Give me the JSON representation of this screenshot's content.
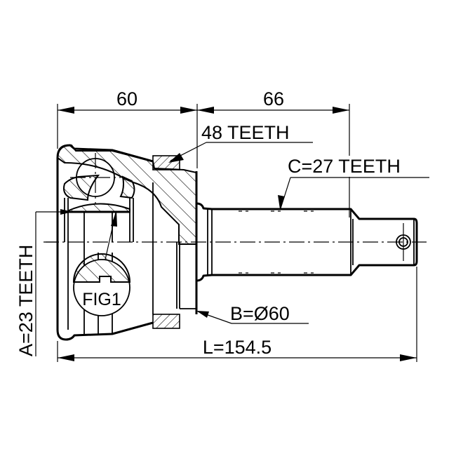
{
  "drawing": {
    "title": "CV joint outer technical drawing",
    "dimensions": {
      "housing_length": "60",
      "shaft_length": "66",
      "overall_length": "L=154.5"
    },
    "callouts": {
      "abs_ring_teeth": "48 TEETH",
      "shaft_spline": "C=27 TEETH",
      "inner_spline": "A=23 TEETH",
      "seal_diameter": "B=Ø60",
      "detail_figure": "FIG1"
    },
    "colors": {
      "line": "#000000",
      "background": "#ffffff"
    }
  }
}
